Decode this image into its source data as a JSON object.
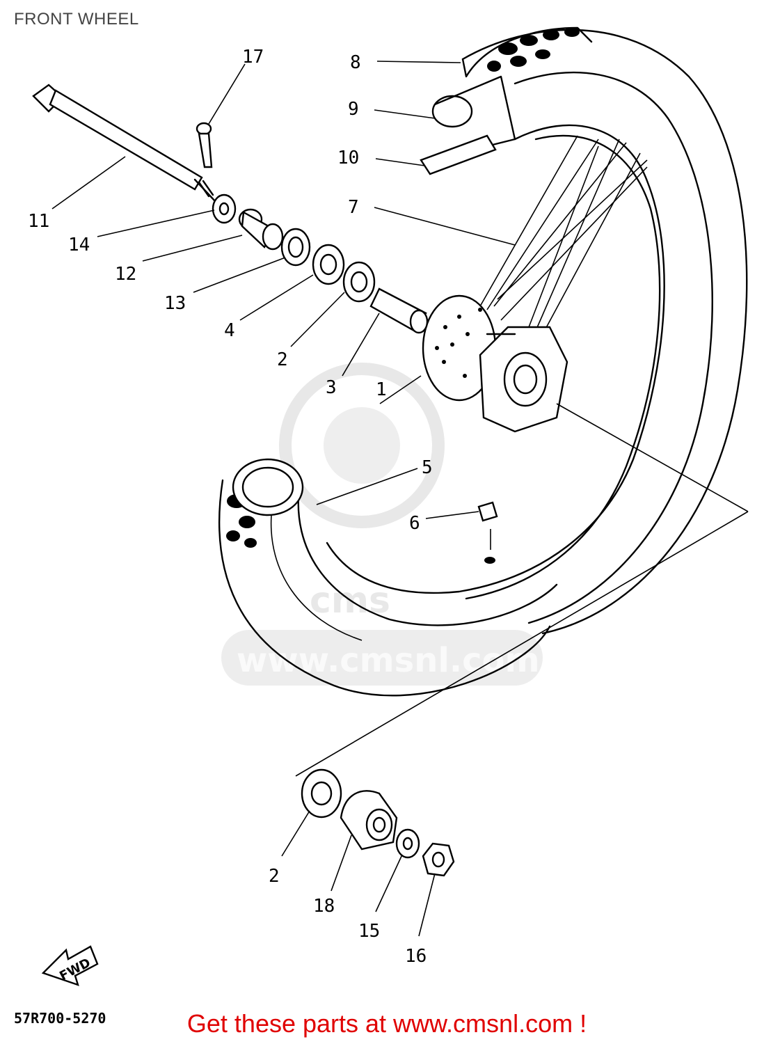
{
  "title": "FRONT WHEEL",
  "part_code": "57R700-5270",
  "promo": "Get these parts at www.cmsnl.com !",
  "watermark": {
    "text": "www.cmsnl.com",
    "logo": "cms"
  },
  "fwd_label": "FWD",
  "callouts": [
    {
      "id": "c1",
      "label": "1"
    },
    {
      "id": "c2a",
      "label": "2"
    },
    {
      "id": "c2b",
      "label": "2"
    },
    {
      "id": "c3",
      "label": "3"
    },
    {
      "id": "c4",
      "label": "4"
    },
    {
      "id": "c5",
      "label": "5"
    },
    {
      "id": "c6",
      "label": "6"
    },
    {
      "id": "c7",
      "label": "7"
    },
    {
      "id": "c8",
      "label": "8"
    },
    {
      "id": "c9",
      "label": "9"
    },
    {
      "id": "c10",
      "label": "10"
    },
    {
      "id": "c11",
      "label": "11"
    },
    {
      "id": "c12",
      "label": "12"
    },
    {
      "id": "c13",
      "label": "13"
    },
    {
      "id": "c14",
      "label": "14"
    },
    {
      "id": "c15",
      "label": "15"
    },
    {
      "id": "c16",
      "label": "16"
    },
    {
      "id": "c17",
      "label": "17"
    },
    {
      "id": "c18",
      "label": "18"
    }
  ]
}
